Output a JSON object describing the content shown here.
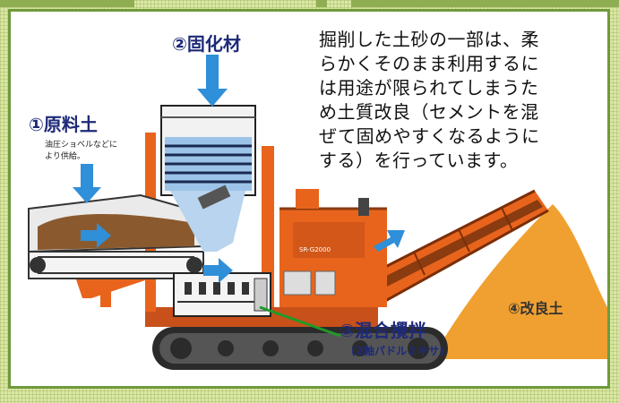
{
  "labels": {
    "hardener": "②固化材",
    "raw_soil": "①原料土",
    "raw_soil_note": [
      "油圧ショベルなどに",
      "より供給。"
    ],
    "mixing": "③混合攪拌",
    "mixing_note": "(2軸パドルミキサ)",
    "improved_soil": "④改良土",
    "machine_model": "SR-G2000"
  },
  "description_lines": [
    "掘削した土砂の一部は、柔",
    "らかくそのまま利用するに",
    "は用途が限られてしまうた",
    "め土質改良（セメントを混",
    "ぜて固めやすくなるように",
    "する）を行っています。"
  ],
  "colors": {
    "page_bg": "#d9e8a4",
    "frame": "#6f9a3c",
    "machine_orange": "#e8641c",
    "arrow_blue": "#2f8fd8",
    "label_navy": "#1e2a78",
    "soil_pile": "#f0a030",
    "leader_green": "#1f9a2a"
  }
}
